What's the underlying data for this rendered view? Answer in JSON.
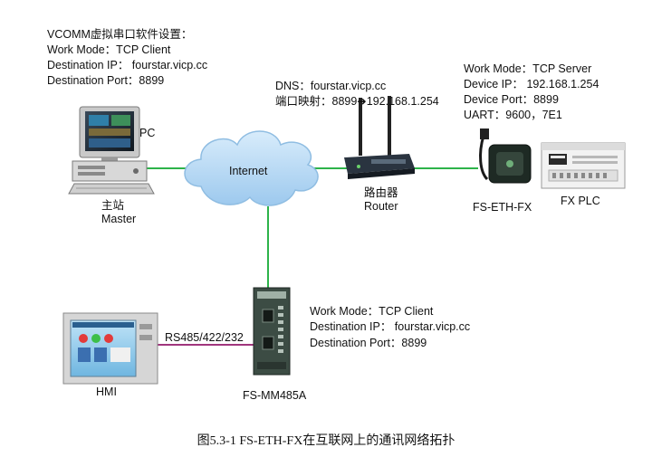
{
  "master_config": {
    "title": "VCOMM虚拟串口软件设置：",
    "work_mode": "Work Mode：TCP Client",
    "destination_ip": "Destination IP： fourstar.vicp.cc",
    "destination_port": "Destination Port：8899"
  },
  "router_config": {
    "dns": "DNS：fourstar.vicp.cc",
    "port_mapping": "端口映射：8899➜192.168.1.254"
  },
  "server_config": {
    "work_mode": "Work Mode：TCP Server",
    "device_ip": "Device IP： 192.168.1.254",
    "device_port": "Device Port：8899",
    "uart": "UART：9600，7E1"
  },
  "mm485_config": {
    "work_mode": "Work Mode：TCP Client",
    "destination_ip": "Destination IP： fourstar.vicp.cc",
    "destination_port": "Destination Port：8899"
  },
  "nodes": {
    "pc": "PC",
    "master_cn": "主站",
    "master_en": "Master",
    "internet": "Internet",
    "router_cn": "路由器",
    "router_en": "Router",
    "eth_fx": "FS-ETH-FX",
    "plc": "FX PLC",
    "hmi": "HMI",
    "mm485": "FS-MM485A",
    "serial_link": "RS485/422/232"
  },
  "caption": "图5.3-1 FS-ETH-FX在互联网上的通讯网络拓扑",
  "colors": {
    "ethernet_link": "#2db34a",
    "serial_link": "#a0357d"
  }
}
